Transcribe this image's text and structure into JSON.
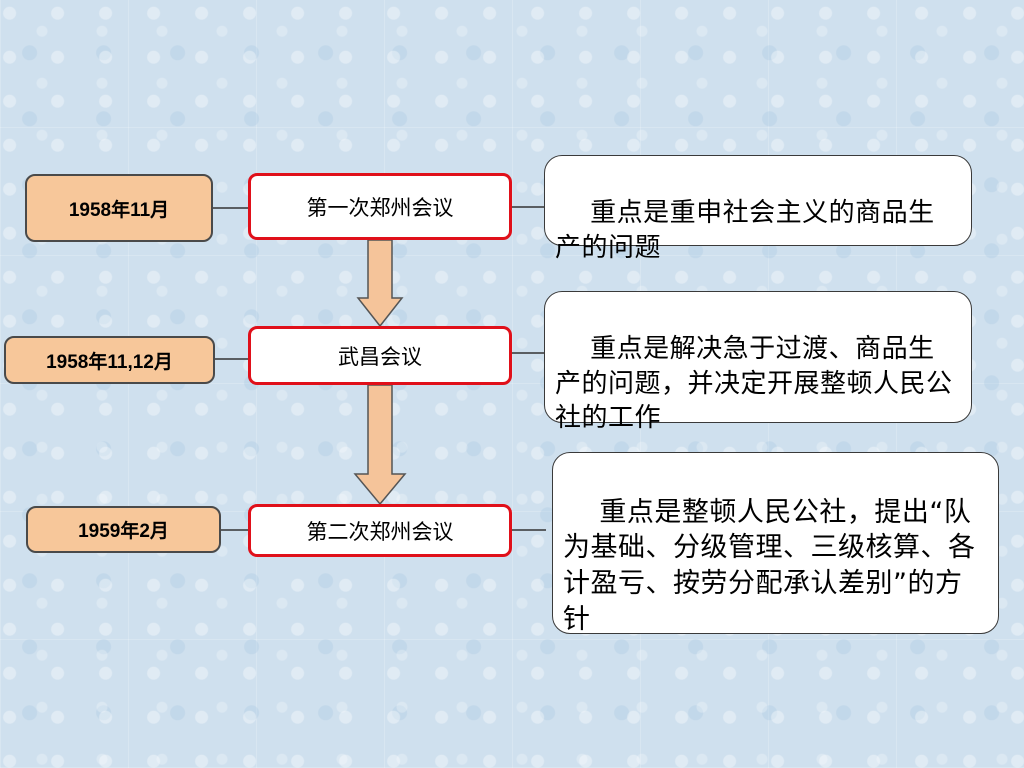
{
  "timeline": [
    {
      "date": "1958年11月",
      "meeting": "第一次郑州会议",
      "note": "重点是重申社会主义的商品生产的问题"
    },
    {
      "date": "1958年11,12月",
      "meeting": "武昌会议",
      "note": "重点是解决急于过渡、商品生产的问题，并决定开展整顿人民公社的工作"
    },
    {
      "date": "1959年2月",
      "meeting": "第二次郑州会议",
      "note": "重点是整顿人民公社，提出“队为基础、分级管理、三级核算、各计盈亏、按劳分配承认差别”的方针"
    }
  ],
  "colors": {
    "date_fill": "#f7c79a",
    "meeting_border": "#e0101a",
    "arrow_fill": "#f5c49a"
  }
}
